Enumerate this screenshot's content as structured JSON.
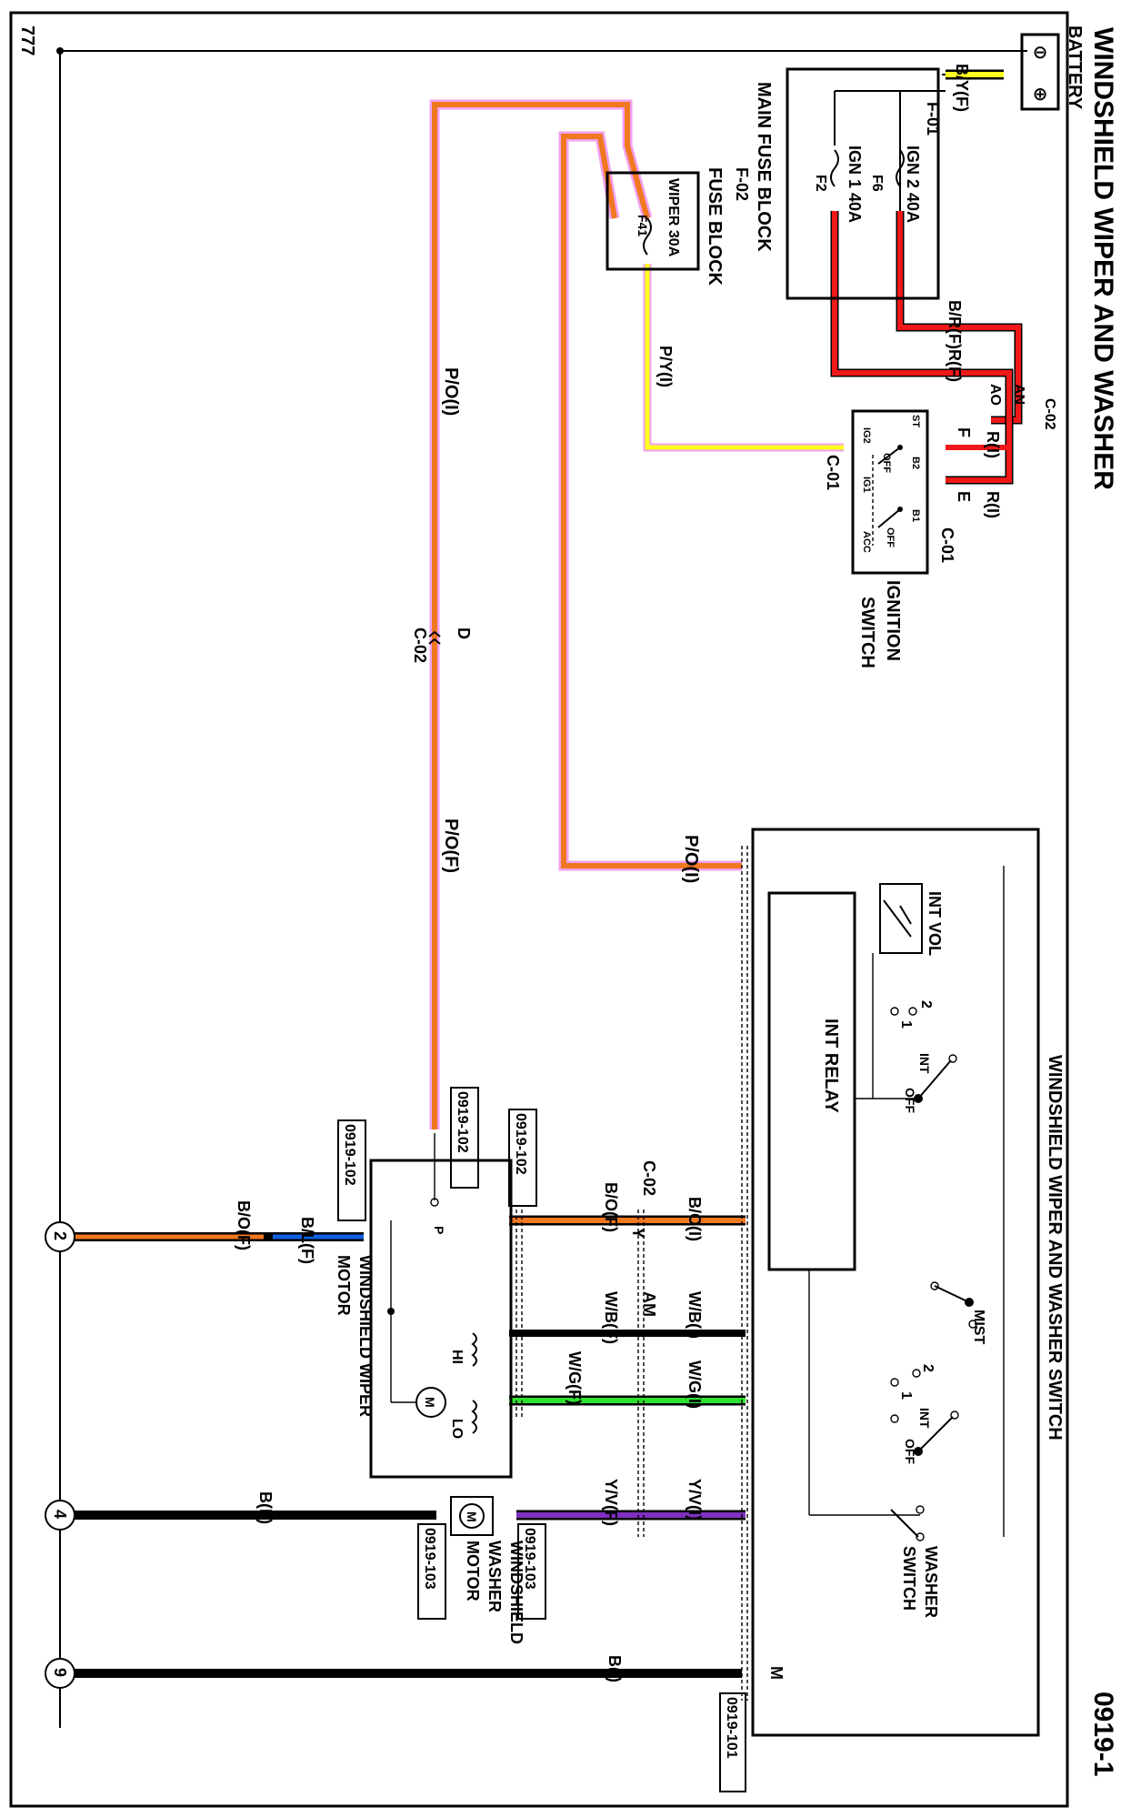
{
  "title": "WINDSHIELD WIPER AND WASHER",
  "page_number": "0919-1",
  "ground_symbol": "777",
  "colors": {
    "orange": "#f07820",
    "pink": "#f0a0f0",
    "yellow": "#ffff20",
    "red": "#f01818",
    "green": "#30e030",
    "purple": "#8030c0",
    "blue": "#1060e0",
    "black": "#000000"
  },
  "battery": {
    "label": "BATTERY",
    "minus": "⊖",
    "plus": "⊕",
    "wire": "B/Y(F)",
    "connector": "F-01"
  },
  "main_fuse_block": {
    "label": "MAIN FUSE BLOCK",
    "fuse_ign2": "IGN 2 40A",
    "fuse_ign2_id": "F6",
    "fuse_ign1": "IGN 1 40A",
    "fuse_ign1_id": "F2",
    "wire_br": "B/R(F)",
    "wire_r": "R(F)"
  },
  "fuse_block": {
    "connector": "F-02",
    "label": "FUSE BLOCK",
    "fuse": "WIPER 30A",
    "fuse_id": "F41",
    "wire_py": "P/Y(I)"
  },
  "ignition_switch": {
    "label1": "IGNITION",
    "label2": "SWITCH",
    "c02": "C-02",
    "an": "AN",
    "ao": "AO",
    "f": "F",
    "e": "E",
    "ri_1": "R(I)",
    "ri_2": "R(I)",
    "c01_top": "C-01",
    "c01_bottom": "C-01",
    "st": "ST",
    "ig2": "IG2",
    "off_a": "OFF",
    "b2": "B2",
    "ig1": "IG1",
    "b1": "B1",
    "off_b": "OFF",
    "acc": "ACC"
  },
  "left_harness": {
    "wire_poi": "P/O(I)",
    "d": "D",
    "c02": "C-02",
    "wire_pof": "P/O(F)",
    "wire_poi_switch": "P/O(I)"
  },
  "wiper_washer_switch": {
    "label": "WINDSHIELD WIPER AND WASHER SWITCH",
    "int_vol": "INT VOL",
    "int_relay": "INT RELAY",
    "int_sel_2": "2",
    "int_sel_1": "1",
    "int_pos_int": "INT",
    "int_pos_off": "OFF",
    "mist": "MIST",
    "pos_2": "2",
    "pos_1": "1",
    "pos_int": "INT",
    "pos_off": "OFF",
    "washer_switch_1": "WASHER",
    "washer_switch_2": "SWITCH",
    "ground_pin": "M",
    "connector": "0919-101"
  },
  "harness_wires": {
    "boi": "B/O(I)",
    "wbi": "W/B(I)",
    "wgi": "W/G(I)",
    "yvi": "Y/V(I)",
    "c02": "C-02",
    "y": "Y",
    "am": "AM",
    "bof": "B/O(F)",
    "wbf": "W/B(F)",
    "wgf": "W/G(F)",
    "yvf": "Y/V(F)"
  },
  "wiper_motor": {
    "label1": "WINDSHIELD WIPER",
    "label2": "MOTOR",
    "connector_top": "0919-102",
    "connector_mid": "0919-102",
    "connector_left": "0919-102",
    "hi": "HI",
    "lo": "LO",
    "m": "M",
    "p": "P",
    "wire_bl": "B/L(F)",
    "wire_bo": "B/O(F)"
  },
  "washer_motor": {
    "label1": "WINDSHIELD",
    "label2": "WASHER",
    "label3": "MOTOR",
    "connector_top": "0919-103",
    "connector_bottom": "0919-103",
    "m": "M",
    "wire_bf": "B(F)"
  },
  "grounds": {
    "g2": "2",
    "g4": "4",
    "g9": "9",
    "wire_bi": "B(I)"
  }
}
